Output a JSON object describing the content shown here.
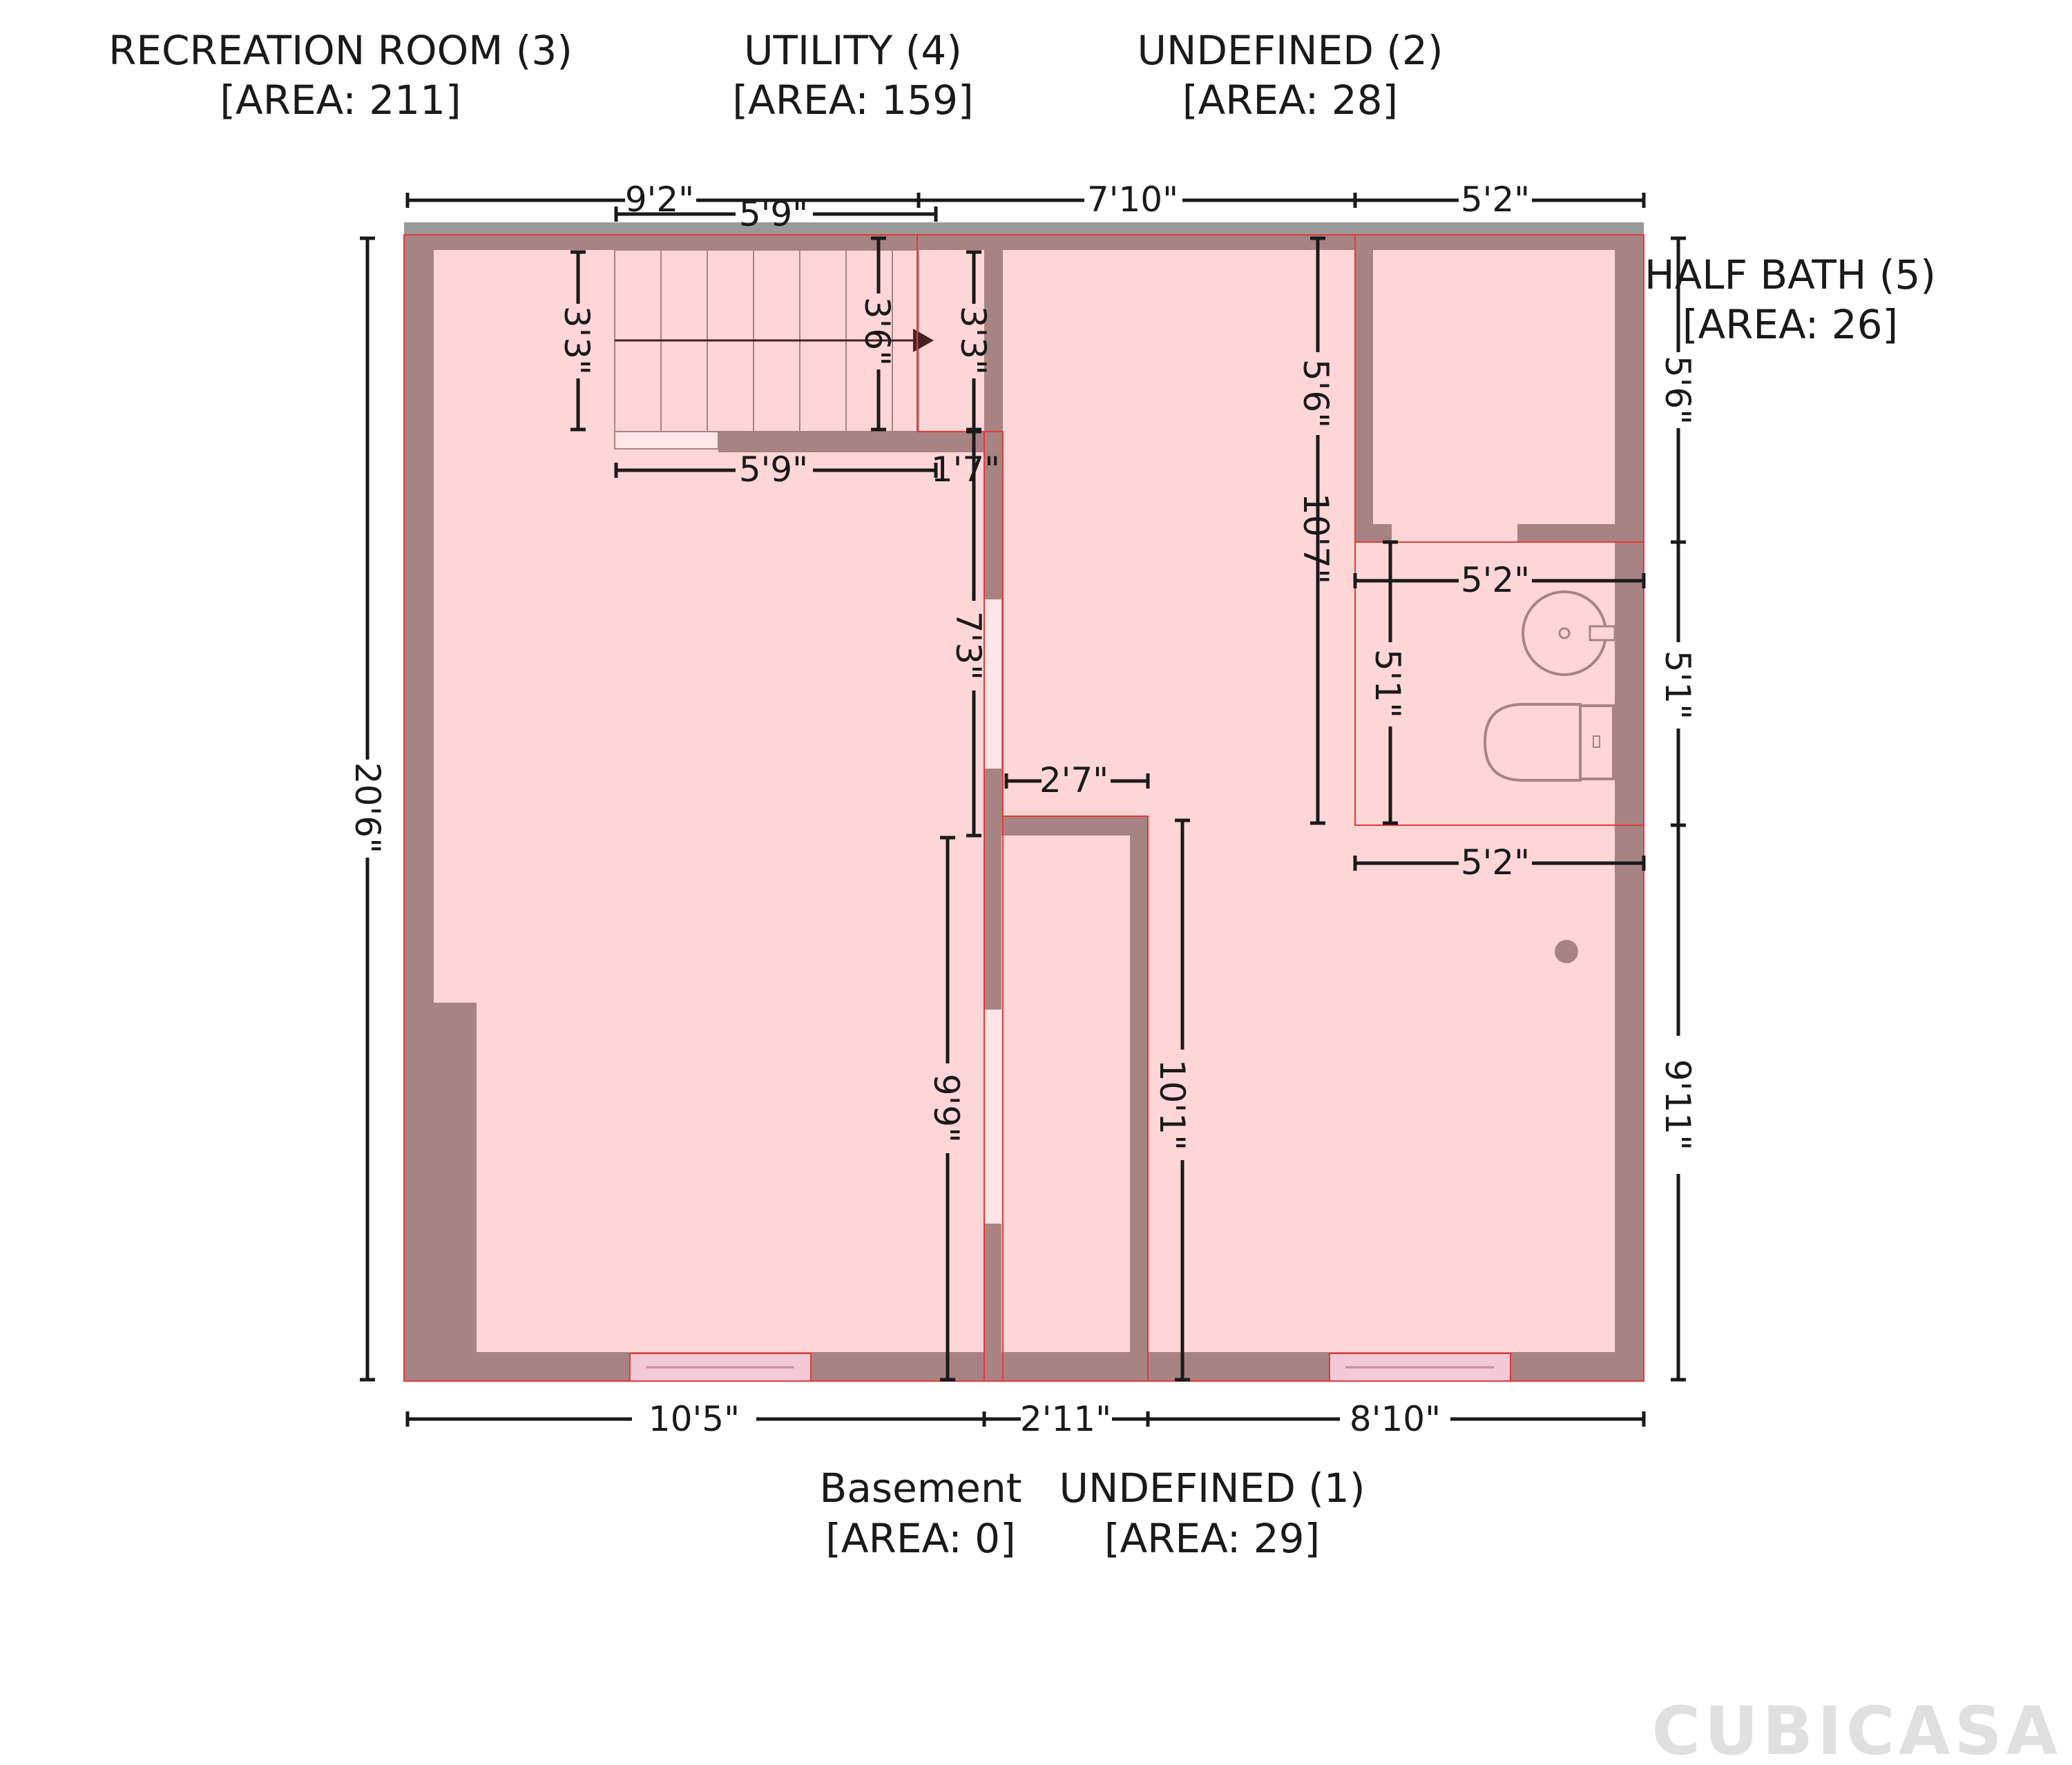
{
  "rooms": [
    {
      "name": "RECREATION ROOM (3)",
      "area": "[AREA: 211]"
    },
    {
      "name": "UTILITY (4)",
      "area": "[AREA: 159]"
    },
    {
      "name": "UNDEFINED (2)",
      "area": "[AREA: 28]"
    },
    {
      "name": "HALF BATH (5)",
      "area": "[AREA: 26]"
    },
    {
      "name": "Basement",
      "area": "[AREA: 0]"
    },
    {
      "name": "UNDEFINED (1)",
      "area": "[AREA: 29]"
    }
  ],
  "dimensions": {
    "top_left": "9'2\"",
    "top_mid": "7'10\"",
    "top_right": "5'2\"",
    "stair_top": "5'9\"",
    "stair_bottom": "5'9\"",
    "stair_left": "3'3\"",
    "stair_mid": "3'6\"",
    "stair_right": "3'3\"",
    "stair_end": "1'7\"",
    "left_total": "20'6\"",
    "right_upper": "5'6\"",
    "right_middle": "5'1\"",
    "right_lower": "9'11\"",
    "closet_height": "5'6\"",
    "utility_height": "10'7\"",
    "bath_width_top": "5'2\"",
    "bath_width_bottom": "5'2\"",
    "bath_height": "5'1\"",
    "hall_height": "7'3\"",
    "hall_width": "2'7\"",
    "closet_left_height": "9'9\"",
    "closet_right_height": "10'1\"",
    "bottom_left": "10'5\"",
    "bottom_mid": "2'11\"",
    "bottom_right": "8'10\""
  },
  "brand": {
    "text": "CUBICASA"
  },
  "colors": {
    "wall": "#a88383",
    "floor": "#ffd6d8",
    "outline": "#e53935",
    "dimension": "#1a1a1a",
    "brand": "#e0e0e0"
  }
}
